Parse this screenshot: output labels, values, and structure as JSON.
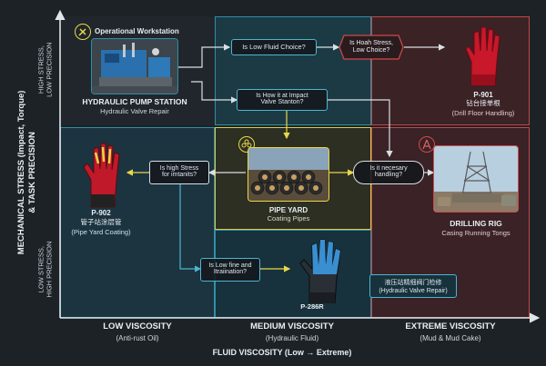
{
  "axes": {
    "y_title_line1": "MECHANICAL STRESS (Impact, Torque)",
    "y_title_line2": "& TASK PRECISION",
    "y_high_line1": "HIGH STRESS,",
    "y_high_line2": "LOW PRECISION",
    "y_low_line1": "LOW STRESS,",
    "y_low_line2": "HIGH PRECISION",
    "x_title": "FLUID VISCOSITY (Low → Extreme)"
  },
  "columns": [
    {
      "title": "LOW VISCOSITY",
      "sub": "(Anti-rust Oil)"
    },
    {
      "title": "MEDIUM VISCOSITY",
      "sub": "(Hydraulic Fluid)"
    },
    {
      "title": "EXTREME VISCOSITY",
      "sub": "(Mud & Mud Cake)"
    }
  ],
  "workstation": {
    "header": "Operational Workstation",
    "title": "HYDRAULIC PUMP STATION",
    "sub": "Hydraulic Valve Repair"
  },
  "questions": {
    "q1": "Is Low Fluid Choice?",
    "q2_line1": "Is Hoah Stress,",
    "q2_line2": "Low Choice?",
    "q3_line1": "Is How it at Impact",
    "q3_line2": "Valve Stanton?",
    "q4_line1": "Is high Stress",
    "q4_line2": "for imtanits?",
    "q5_line1": "Is it necesary",
    "q5_line2": "handling?",
    "q6_line1": "Is Low fine and",
    "q6_line2": "Itraiination?"
  },
  "pipe_yard": {
    "title": "PIPE YARD",
    "sub": "Coating Pipes"
  },
  "drilling_rig": {
    "title": "DRILLING RIG",
    "sub": "Casing Running Tongs"
  },
  "gloves": {
    "p901": {
      "code": "P-901",
      "cn": "钻台接单根",
      "en": "(Drill Floor Handling)"
    },
    "p902": {
      "code": "P-902",
      "cn": "管子站涂层管",
      "en": "(Pipe Yard Coating)"
    },
    "p286": {
      "code": "P-286R",
      "cn": "液压站精细阀门检修",
      "en": "(Hydraulic Valve Repair)"
    }
  },
  "colors": {
    "blue": "#2f8fa8",
    "yellow": "#e8d84a",
    "red": "#d04a4a",
    "white_line": "#d8e0e4"
  }
}
